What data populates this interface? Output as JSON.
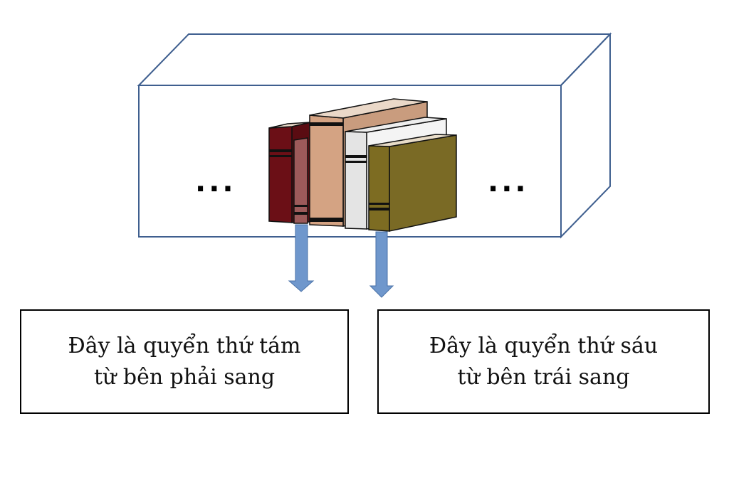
{
  "shelf": {
    "left_ellipsis": "...",
    "right_ellipsis": "..."
  },
  "captions": [
    {
      "line1": "Đây là quyển thứ tám",
      "line2": "từ bên phải sang"
    },
    {
      "line1": "Đây là quyển thứ sáu",
      "line2": "từ bên trái sang"
    }
  ],
  "colors": {
    "box_stroke": "#3f5f8f",
    "arrow": "#6f97cc",
    "book_dark_red": "#6b0f16",
    "book_pink": "#9c5a5a",
    "book_tan": "#d4a383",
    "book_white": "#ececec",
    "book_olive": "#7a6a25"
  }
}
